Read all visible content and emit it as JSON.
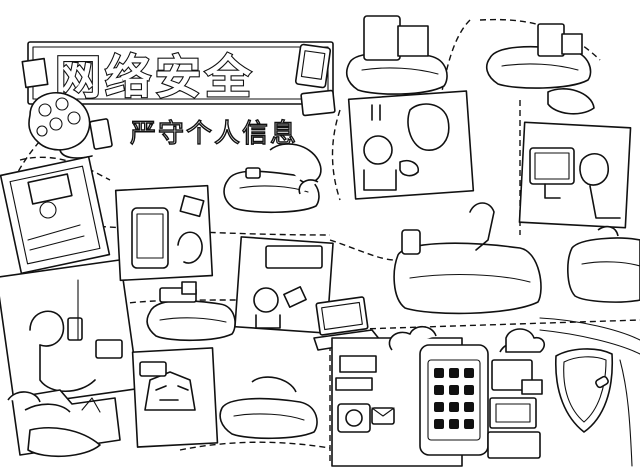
{
  "title": {
    "main": "网络安全",
    "sub": "严守个人信息"
  },
  "icons": {
    "style": "black-and-white line art coloring page"
  },
  "colors": {
    "ink": "#111111",
    "paper": "#ffffff"
  }
}
